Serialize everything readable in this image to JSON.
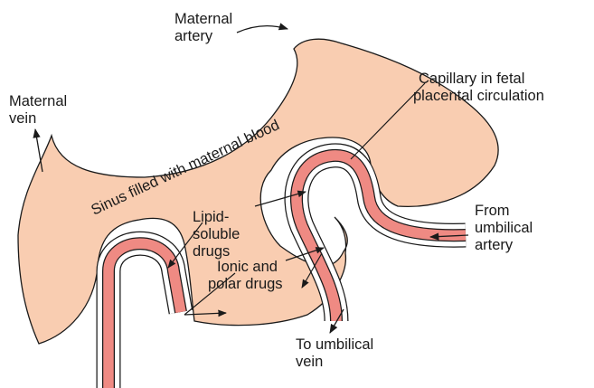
{
  "labels": {
    "maternal_artery": [
      "Maternal",
      "artery"
    ],
    "maternal_vein": [
      "Maternal",
      "vein"
    ],
    "capillary": [
      "Capillary in fetal",
      "placental circulation"
    ],
    "sinus": "Sinus filled with maternal blood",
    "lipid": [
      "Lipid-",
      "soluble",
      "drugs"
    ],
    "ionic": [
      "Ionic and",
      "polar drugs"
    ],
    "from_umbilical": [
      "From",
      "umbilical",
      "artery"
    ],
    "to_umbilical": [
      "To umbilical",
      "vein"
    ]
  },
  "colors": {
    "sinus_fill": "#f9cdb1",
    "capillary_fill": "#ef8a83",
    "outline": "#1a1a1a",
    "membrane": "#ffffff"
  }
}
